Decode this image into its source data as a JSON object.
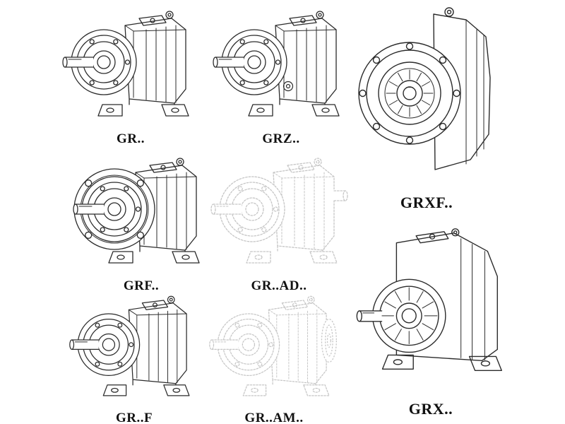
{
  "page": {
    "kind": "gear-reducer-catalog-drawings"
  },
  "colors": {
    "background": "#ffffff",
    "line": "#2b2b2b",
    "ghost_line": "#c6c6c6",
    "label_text": "#111111"
  },
  "figures": {
    "gr": {
      "label": "GR.."
    },
    "grz": {
      "label": "GRZ.."
    },
    "grxf": {
      "label": "GRXF.."
    },
    "grf": {
      "label": "GRF.."
    },
    "gr_ad": {
      "label": "GR..AD.."
    },
    "grx": {
      "label": "GRX.."
    },
    "gr_f": {
      "label": "GR..F"
    },
    "gr_am": {
      "label": "GR..AM.."
    }
  }
}
